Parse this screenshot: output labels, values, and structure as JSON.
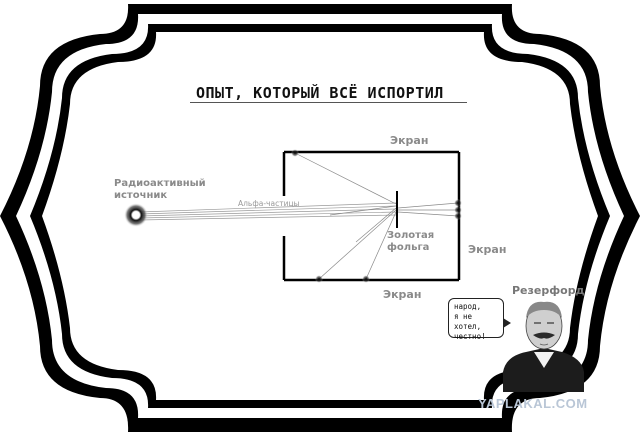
{
  "title": "ОПЫТ, КОТОРЫЙ ВСЁ ИСПОРТИЛ",
  "labels": {
    "source_line1": "Радиоактивный",
    "source_line2": "источник",
    "alpha": "Альфа-частицы",
    "foil_line1": "Золотая",
    "foil_line2": "фольга",
    "screen_top": "Экран",
    "screen_right": "Экран",
    "screen_bottom": "Экран"
  },
  "character": {
    "name": "Резерфорд",
    "speech": [
      "народ,",
      "я не хотел,",
      "честно!"
    ]
  },
  "watermark": "YAPLAKAL.COM",
  "colors": {
    "frame": "#000000",
    "background": "#ffffff",
    "label": "#8a8a8a",
    "watermark": "#b9c6d6"
  }
}
